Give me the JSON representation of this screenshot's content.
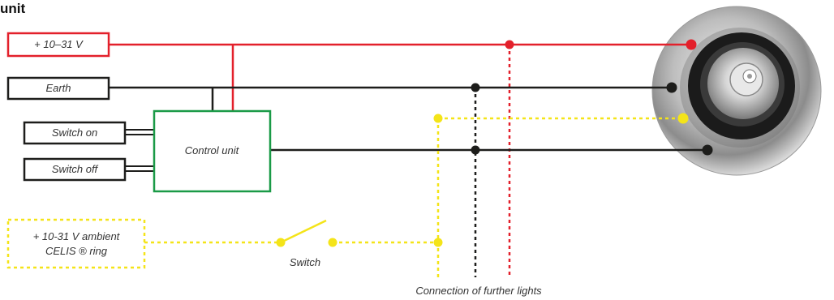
{
  "title": "unit",
  "boxes": {
    "supply": "+ 10–31 V",
    "earth": "Earth",
    "switch_on": "Switch on",
    "switch_off": "Switch off",
    "control_unit": "Control unit",
    "ambient_line1": "+ 10-31 V ambient",
    "ambient_line2": "CELIS ® ring"
  },
  "switch_label": "Switch",
  "connection_label": "Connection of further lights",
  "colors": {
    "positive": "#e3202b",
    "earth": "#1d1d1b",
    "ambient": "#f4e419",
    "control": "#1a9a47"
  },
  "icons": [
    "light-fixture-icon",
    "switch-icon"
  ]
}
